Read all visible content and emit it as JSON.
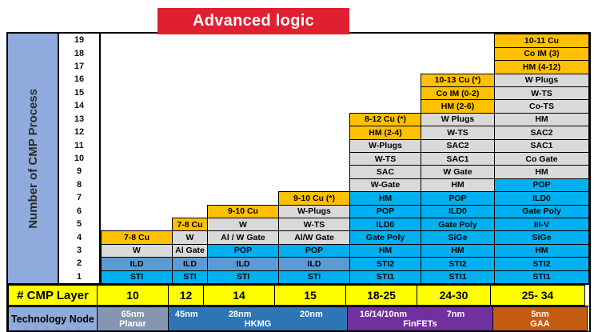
{
  "title": "Advanced logic",
  "labels": {
    "cmp_layer": "# CMP Layer",
    "tech_node": "Technology Node"
  },
  "colors": {
    "banner_red": "#E01F30",
    "axis_strip_blue": "#8FAADC",
    "layer_row_yellow": "#FFFF00",
    "tech_label_blue": "#8FAADC"
  },
  "chart_data": {
    "type": "table",
    "title": "Advanced logic",
    "ylabel": "Number of CMP Process",
    "xlabel": "Technology Node",
    "ylim": [
      1,
      19
    ],
    "y_ticks": [
      19,
      18,
      17,
      16,
      15,
      14,
      13,
      12,
      11,
      10,
      9,
      8,
      7,
      6,
      5,
      4,
      3,
      2,
      1
    ],
    "x_categories": [
      "65nm",
      "45nm",
      "28nm",
      "20nm",
      "16/14/10nm",
      "7nm",
      "5nm"
    ],
    "cell_colors": {
      "gold": "#FFC000",
      "gray": "#D9D9D9",
      "cyan": "#00B0F0",
      "steel": "#5B9BD5"
    },
    "columns": [
      {
        "node": "65nm",
        "cmp_layers": "10",
        "stack": [
          [
            "STI",
            "cyan"
          ],
          [
            "ILD",
            "steel"
          ],
          [
            "W",
            "gray"
          ],
          [
            "7-8 Cu",
            "gold"
          ]
        ]
      },
      {
        "node": "45nm",
        "cmp_layers": "12",
        "stack": [
          [
            "STI",
            "cyan"
          ],
          [
            "ILD",
            "steel"
          ],
          [
            "Al Gate",
            "gray"
          ],
          [
            "W",
            "gray"
          ],
          [
            "7-8 Cu",
            "gold"
          ]
        ]
      },
      {
        "node": "28nm",
        "cmp_layers": "14",
        "stack": [
          [
            "STI",
            "cyan"
          ],
          [
            "ILD",
            "steel"
          ],
          [
            "POP",
            "cyan"
          ],
          [
            "Al / W Gate",
            "gray"
          ],
          [
            "W",
            "gray"
          ],
          [
            "9-10 Cu",
            "gold"
          ]
        ]
      },
      {
        "node": "20nm",
        "cmp_layers": "15",
        "stack": [
          [
            "STI",
            "cyan"
          ],
          [
            "ILD",
            "steel"
          ],
          [
            "POP",
            "cyan"
          ],
          [
            "Al/W Gate",
            "gray"
          ],
          [
            "W-TS",
            "gray"
          ],
          [
            "W-Plugs",
            "gray"
          ],
          [
            "9-10 Cu (*)",
            "gold"
          ]
        ]
      },
      {
        "node": "16/14/10nm",
        "cmp_layers": "18-25",
        "stack": [
          [
            "STI1",
            "cyan"
          ],
          [
            "STI2",
            "cyan"
          ],
          [
            "HM",
            "cyan"
          ],
          [
            "Gate Poly",
            "cyan"
          ],
          [
            "ILD0",
            "cyan"
          ],
          [
            "POP",
            "cyan"
          ],
          [
            "HM",
            "cyan"
          ],
          [
            "W-Gate",
            "gray"
          ],
          [
            "SAC",
            "gray"
          ],
          [
            "W-TS",
            "gray"
          ],
          [
            "W-Plugs",
            "gray"
          ],
          [
            "HM (2-4)",
            "gold"
          ],
          [
            "8-12 Cu (*)",
            "gold"
          ]
        ]
      },
      {
        "node": "7nm",
        "cmp_layers": "24-30",
        "stack": [
          [
            "STI1",
            "cyan"
          ],
          [
            "STI2",
            "cyan"
          ],
          [
            "HM",
            "cyan"
          ],
          [
            "SiGe",
            "cyan"
          ],
          [
            "Gate Poly",
            "cyan"
          ],
          [
            "ILD0",
            "cyan"
          ],
          [
            "POP",
            "cyan"
          ],
          [
            "HM",
            "gray"
          ],
          [
            "W Gate",
            "gray"
          ],
          [
            "SAC1",
            "gray"
          ],
          [
            "SAC2",
            "gray"
          ],
          [
            "W-TS",
            "gray"
          ],
          [
            "W Plugs",
            "gray"
          ],
          [
            "HM (2-6)",
            "gold"
          ],
          [
            "Co IM (0-2)",
            "gold"
          ],
          [
            "10-13 Cu (*)",
            "gold"
          ]
        ]
      },
      {
        "node": "5nm",
        "cmp_layers": "25- 34",
        "stack": [
          [
            "STI1",
            "cyan"
          ],
          [
            "STI2",
            "cyan"
          ],
          [
            "HM",
            "cyan"
          ],
          [
            "SiGe",
            "cyan"
          ],
          [
            "III-V",
            "cyan"
          ],
          [
            "Gate Poly",
            "cyan"
          ],
          [
            "ILD0",
            "cyan"
          ],
          [
            "POP",
            "cyan"
          ],
          [
            "HM",
            "gray"
          ],
          [
            "Co Gate",
            "gray"
          ],
          [
            "SAC1",
            "gray"
          ],
          [
            "SAC2",
            "gray"
          ],
          [
            "HM",
            "gray"
          ],
          [
            "Co-TS",
            "gray"
          ],
          [
            "W-TS",
            "gray"
          ],
          [
            "W Plugs",
            "gray"
          ],
          [
            "HM (4-12)",
            "gold"
          ],
          [
            "Co IM (3)",
            "gold"
          ],
          [
            "10-11 Cu",
            "gold"
          ]
        ]
      }
    ],
    "architecture_groups": [
      {
        "label": "Planar",
        "nodes": [
          "65nm"
        ],
        "color": "#8496B0"
      },
      {
        "label": "HKMG",
        "nodes": [
          "45nm",
          "28nm",
          "20nm"
        ],
        "color": "#2E75B6"
      },
      {
        "label": "FinFETs",
        "nodes": [
          "16/14/10nm",
          "7nm"
        ],
        "color": "#7030A0"
      },
      {
        "label": "GAA",
        "nodes": [
          "5nm"
        ],
        "color": "#C55A11"
      }
    ]
  }
}
